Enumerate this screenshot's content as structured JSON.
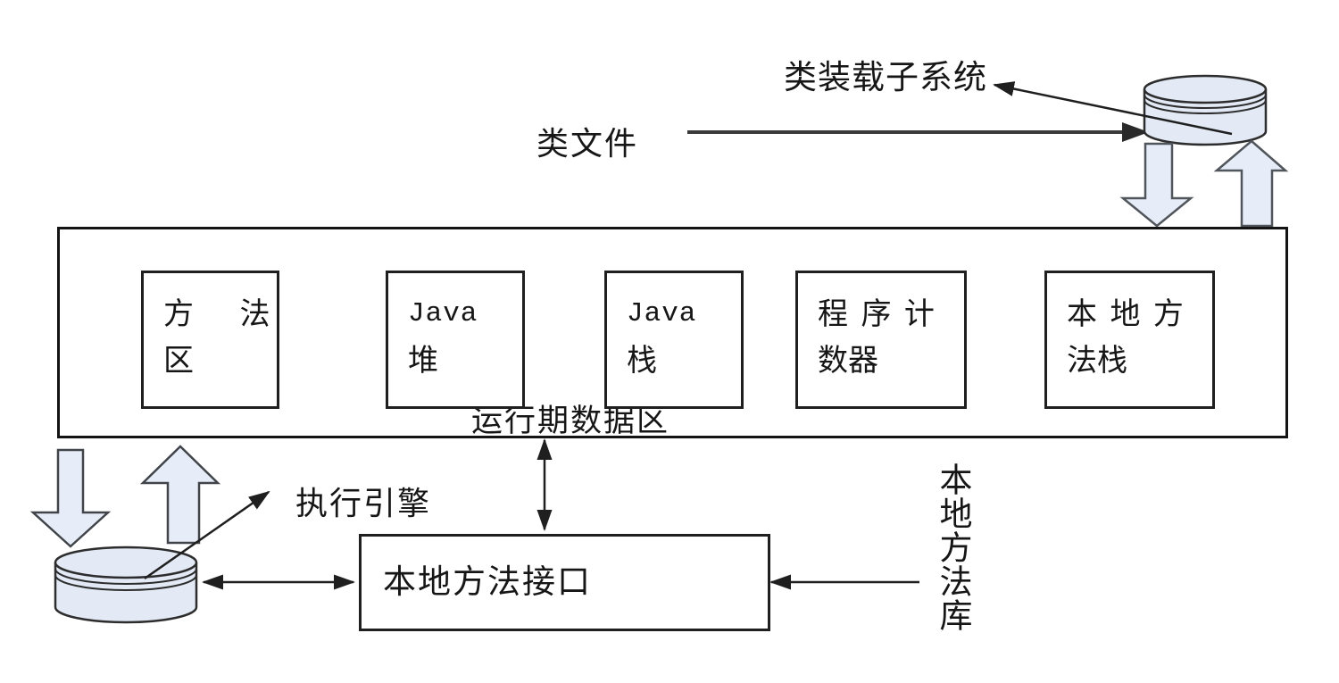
{
  "labels": {
    "class_loader_subsystem": "类装载子系统",
    "class_file": "类文件",
    "runtime_data_area": "运行期数据区",
    "execution_engine": "执行引擎",
    "native_method_interface": "本地方法接口",
    "native_method_library": "本地方法库"
  },
  "runtime_boxes": [
    {
      "name": "method-area",
      "lines": [
        "方 法",
        "区"
      ]
    },
    {
      "name": "java-heap",
      "lines": [
        "Java",
        "堆"
      ]
    },
    {
      "name": "java-stack",
      "lines": [
        "Java",
        "栈"
      ]
    },
    {
      "name": "program-counter",
      "lines": [
        "程 序 计",
        "数器"
      ]
    },
    {
      "name": "native-method-stack",
      "lines": [
        "本 地 方",
        "法栈"
      ]
    }
  ],
  "colors": {
    "shape_fill": "#e7edf8",
    "cylinder_fill": "#e3eaf5",
    "shape_outline": "#51565c",
    "cylinder_outline": "#2d2d2d",
    "line": "#1f1f1f",
    "box_border": "#1f1f1f"
  }
}
